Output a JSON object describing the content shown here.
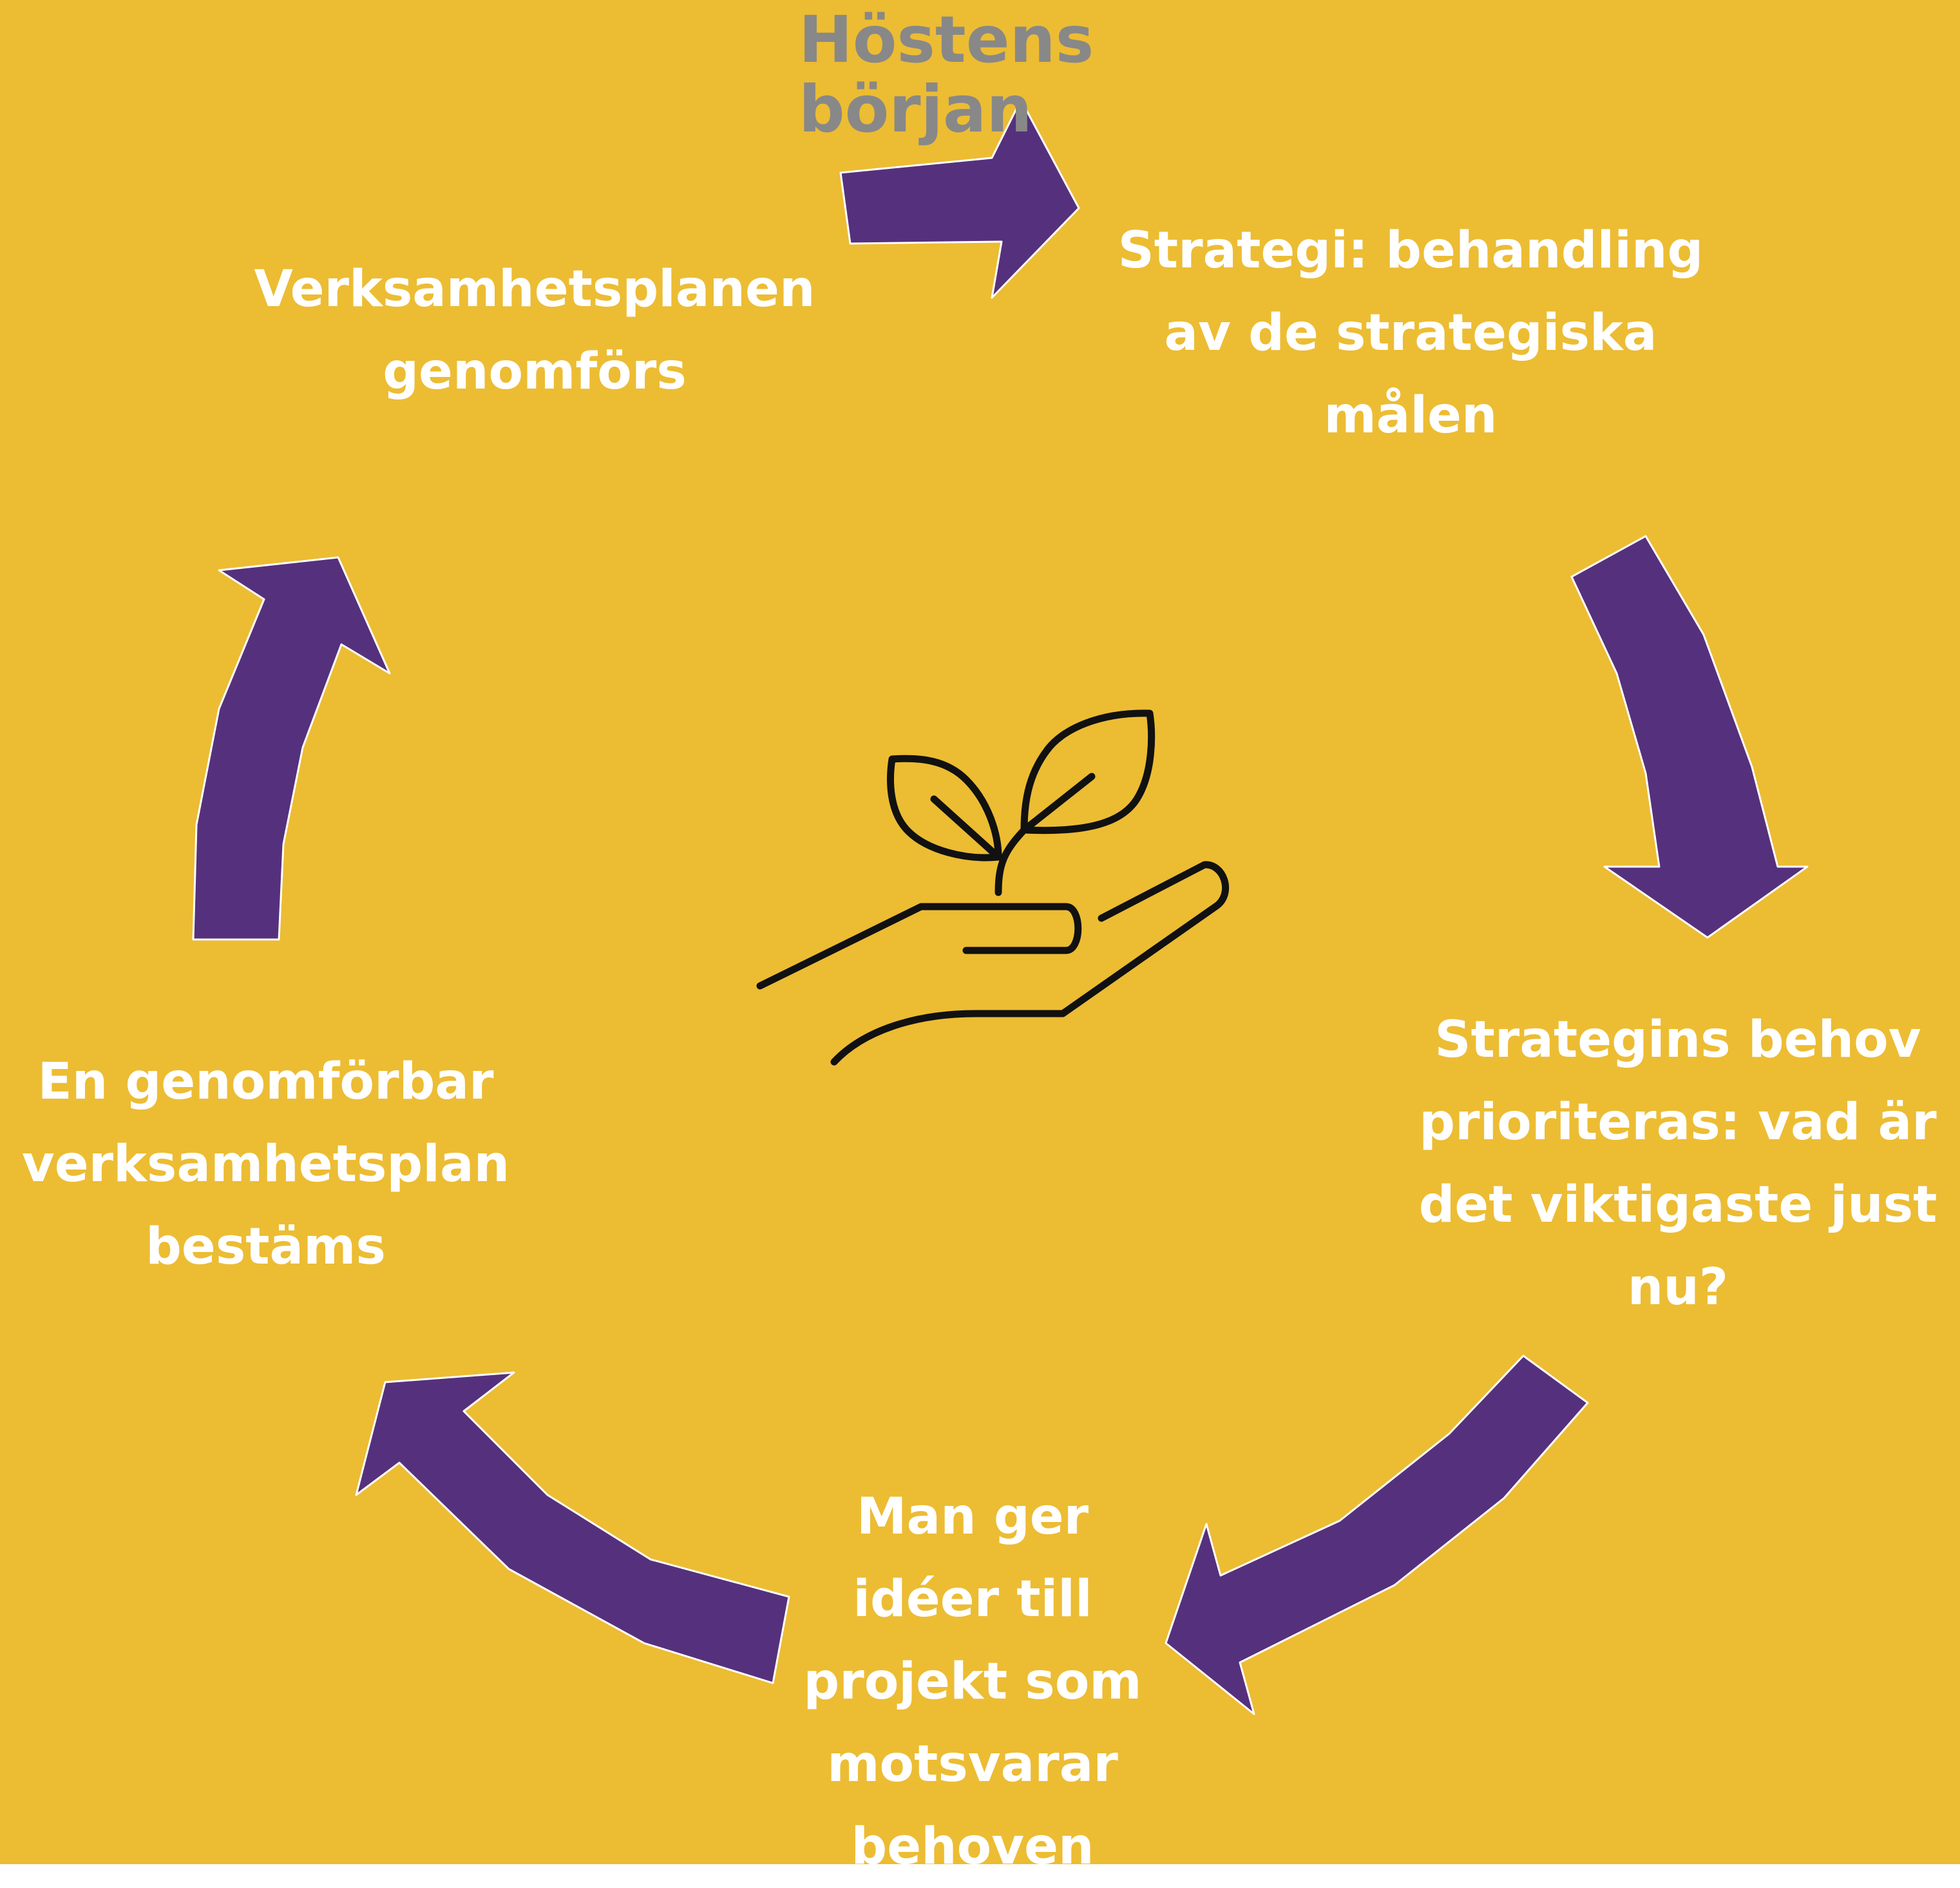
{
  "colors": {
    "background": "#ECBC33",
    "arrow": "#55317D",
    "arrow_outline": "#ffffff",
    "text": "#ffffff",
    "start_text": "#888888",
    "icon": "#111111"
  },
  "start_label": "Höstens\nbörjan",
  "steps": [
    {
      "text": "Strategi: behandling\nav de strategiska\nmålen"
    },
    {
      "text": "Strategins behov\nprioriteras: vad är\ndet viktigaste just\nnu?"
    },
    {
      "text": "Man ger\nidéer till\nprojekt som\nmotsvarar\nbehoven"
    },
    {
      "text": "En genomförbar\nverksamhetsplan\nbestäms"
    },
    {
      "text": "Verksamhetsplanen\ngenomförs"
    }
  ],
  "center_icon": "hand-holding-plant-icon",
  "arrow_icon": "cycle-arrow-icon"
}
